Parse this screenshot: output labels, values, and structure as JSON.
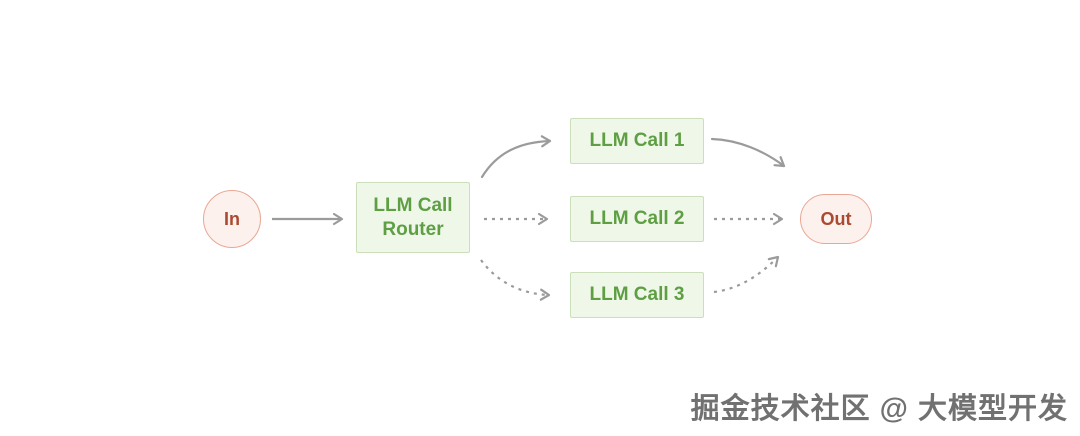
{
  "diagram": {
    "title": "LLM call routing workflow",
    "nodes": {
      "in": {
        "label": "In"
      },
      "router": {
        "label": "LLM Call Router"
      },
      "call1": {
        "label": "LLM Call 1"
      },
      "call2": {
        "label": "LLM Call 2"
      },
      "call3": {
        "label": "LLM Call 3"
      },
      "out": {
        "label": "Out"
      }
    },
    "edges": [
      {
        "from": "in",
        "to": "router",
        "style": "solid"
      },
      {
        "from": "router",
        "to": "call1",
        "style": "solid"
      },
      {
        "from": "router",
        "to": "call2",
        "style": "dashed"
      },
      {
        "from": "router",
        "to": "call3",
        "style": "dashed"
      },
      {
        "from": "call1",
        "to": "out",
        "style": "solid"
      },
      {
        "from": "call2",
        "to": "out",
        "style": "dashed"
      },
      {
        "from": "call3",
        "to": "out",
        "style": "dashed"
      }
    ]
  },
  "watermark": {
    "text": "掘金技术社区 @ 大模型开发"
  },
  "colors": {
    "background": "#ffffff",
    "green_node_fill": "#eff7e9",
    "green_node_border": "#cbe0ba",
    "green_node_text": "#5f9f43",
    "pink_node_fill": "#fdf1ed",
    "pink_node_border": "#eaa794",
    "pink_node_text": "#ab4a31",
    "arrow": "#9b9b9b",
    "watermark_text": "#585858"
  }
}
